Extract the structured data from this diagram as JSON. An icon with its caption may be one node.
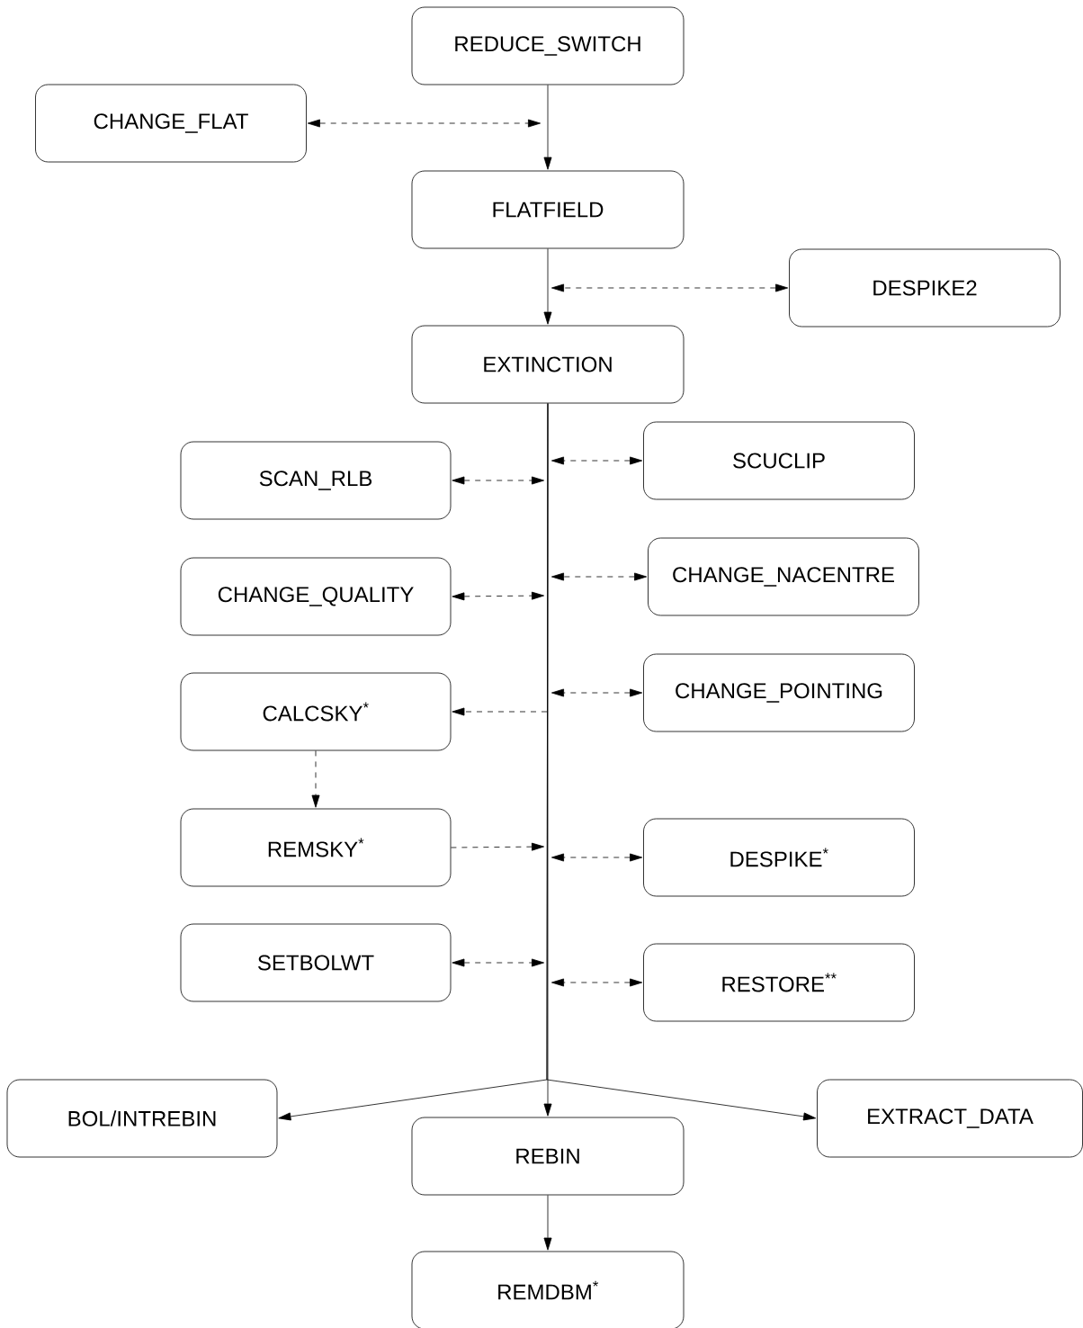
{
  "diagram": {
    "nodes": [
      {
        "text": [
          "REDUCE_SWITCH"
        ]
      },
      {
        "text": [
          "CHANGE_FLAT"
        ]
      },
      {
        "text": [
          "FLATFIELD"
        ]
      },
      {
        "text": [
          "DESPIKE2"
        ]
      },
      {
        "text": [
          "EXTINCTION"
        ]
      },
      {
        "text": [
          "SCUCLIP"
        ]
      },
      {
        "text": [
          "SCAN_RLB"
        ]
      },
      {
        "text": [
          "CHANGE_NACENTRE"
        ]
      },
      {
        "text": [
          "CHANGE_QUALITY"
        ]
      },
      {
        "text": [
          "CHANGE_POINTING"
        ]
      },
      {
        "text": [
          "CALCSKY$^{*}$"
        ]
      },
      {
        "text": [
          "REMSKY$^{*}$"
        ]
      },
      {
        "text": [
          "DESPIKE$^{*}$"
        ]
      },
      {
        "text": [
          "SETBOLWT"
        ]
      },
      {
        "text": [
          "RESTORE$^{**}$"
        ]
      },
      {
        "text": [
          "BOL/INTREBIN"
        ]
      },
      {
        "text": [
          "EXTRACT_DATA"
        ]
      },
      {
        "text": [
          "REBIN"
        ]
      },
      {
        "text": [
          "REMDBM$^{*}$"
        ]
      }
    ],
    "edges": [
      {
        "from": 0,
        "to": 2,
        "arrow": "to"
      },
      {
        "from": 1,
        "to": null,
        "arrow": "both",
        "style": "dashed"
      },
      {
        "from": 2,
        "to": 4,
        "arrow": "to"
      },
      {
        "from": 3,
        "to": null,
        "arrow": "both",
        "style": "dashed"
      },
      {
        "from": 4,
        "to": 17,
        "arrow": "to"
      },
      {
        "from": 5,
        "to": null,
        "arrow": "both",
        "style": "dashed"
      },
      {
        "from": 6,
        "to": null,
        "arrow": "both",
        "style": "dashed"
      },
      {
        "from": 7,
        "to": null,
        "arrow": "both",
        "style": "dashed"
      },
      {
        "from": 8,
        "to": null,
        "arrow": "both",
        "style": "dashed"
      },
      {
        "from": 9,
        "to": null,
        "arrow": "both",
        "style": "dashed"
      },
      {
        "from": null,
        "to": 10,
        "arrow": "to",
        "style": "dashed"
      },
      {
        "from": 10,
        "to": 11,
        "arrow": "to",
        "style": "dashed"
      },
      {
        "from": 11,
        "to": null,
        "arrow": "to",
        "style": "dashed"
      },
      {
        "from": 12,
        "to": null,
        "arrow": "both",
        "style": "dashed"
      },
      {
        "from": 13,
        "to": null,
        "arrow": "both",
        "style": "dashed"
      },
      {
        "from": 14,
        "to": null,
        "arrow": "both",
        "style": "dashed"
      },
      {
        "from": 4,
        "to": 15,
        "arrow": "to"
      },
      {
        "from": 4,
        "to": 16,
        "arrow": "to"
      },
      {
        "from": 17,
        "to": 18,
        "arrow": "to"
      }
    ]
  }
}
